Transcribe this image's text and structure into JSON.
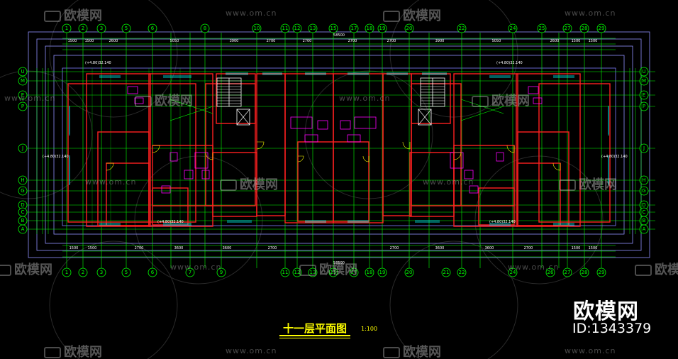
{
  "drawing": {
    "title": "十一层平面图",
    "scale": "1:100",
    "brand": "欧模网",
    "model_id": "ID:1343379"
  },
  "watermark": {
    "cn": "欧模网",
    "url": "www.om.cn"
  },
  "axes": {
    "top_columns": [
      "1",
      "2",
      "3",
      "5",
      "6",
      "8",
      "10",
      "11",
      "12",
      "13",
      "15",
      "17",
      "18",
      "19",
      "20",
      "22",
      "24",
      "25",
      "27",
      "28",
      "29"
    ],
    "bottom_columns": [
      "1",
      "2",
      "3",
      "5",
      "6",
      "7",
      "9",
      "11",
      "12",
      "13",
      "15",
      "17",
      "18",
      "19",
      "20",
      "21",
      "22",
      "24",
      "26",
      "27",
      "28",
      "29"
    ],
    "left_rows": [
      "U",
      "M",
      "E",
      "P",
      "J",
      "H",
      "G",
      "D",
      "C",
      "B",
      "A"
    ],
    "right_rows": [
      "U",
      "M",
      "E",
      "P",
      "J",
      "H",
      "G",
      "D",
      "C",
      "B",
      "A"
    ]
  },
  "dimensions": {
    "overall_top": "58500",
    "overall_bottom": "58500",
    "top_segments": [
      "1500",
      "1500",
      "2600",
      "5050",
      "3900",
      "2700",
      "2700",
      "2700",
      "2700",
      "3900",
      "5050",
      "2600",
      "1500",
      "1500"
    ],
    "bottom_segments": [
      "1500",
      "1500",
      "2700",
      "3600",
      "3600",
      "2700",
      "2700",
      "3600",
      "3600",
      "2700",
      "1500",
      "1500"
    ]
  },
  "levels": {
    "left_top": "(+4.80)32.140",
    "right_top": "(+4.80)32.140",
    "left_mid": "(+4.80)32.140",
    "right_mid": "(+4.80)32.140",
    "left_bottom": "(+4.80)32.140",
    "right_bottom": "(+4.80)32.140"
  },
  "colors": {
    "background": "#000000",
    "axis": "#00ff00",
    "wall": "#ff2020",
    "window": "#00ffff",
    "furniture": "#ff00ff",
    "title": "#ffff00",
    "outline": "#9090ff"
  }
}
